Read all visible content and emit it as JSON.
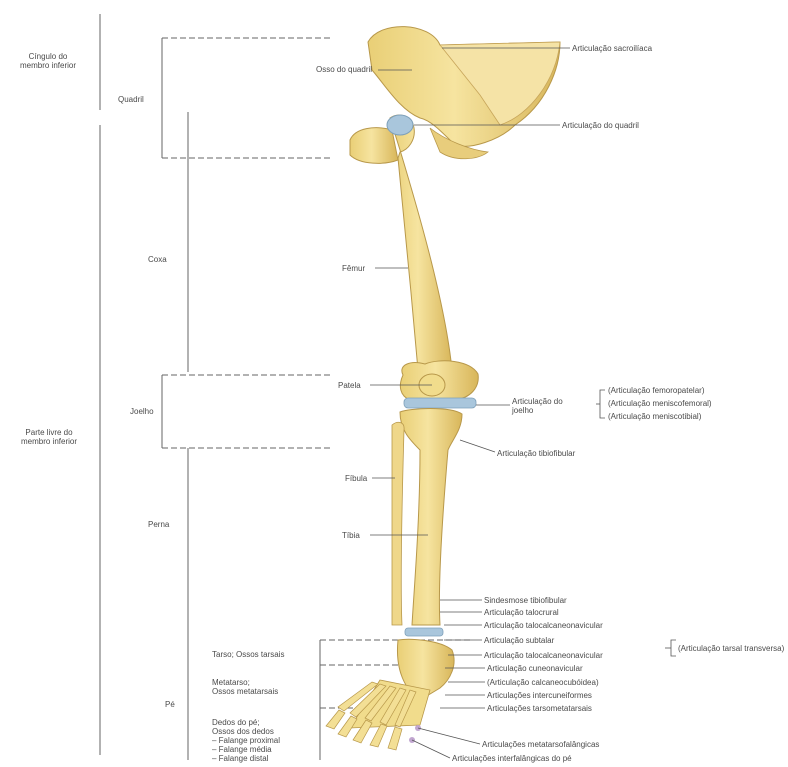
{
  "regions": {
    "cingulo": "Cíngulo do\nmembro inferior",
    "livre": "Parte livre do\nmembro inferior",
    "quadril": "Quadril",
    "coxa": "Coxa",
    "joelho": "Joelho",
    "perna": "Perna",
    "pe": "Pé",
    "tarso": "Tarso; Ossos tarsais",
    "metatarso": "Metatarso;\nOssos metatarsais",
    "dedos": "Dedos do pé;\nOssos dos dedos\n– Falange proximal\n– Falange média\n– Falange distal"
  },
  "bones": {
    "osso_quadril": "Osso do quadril",
    "femur": "Fêmur",
    "patela": "Patela",
    "fibula": "Fíbula",
    "tibia": "Tíbia"
  },
  "joints": {
    "sacroiliaca": "Articulação sacroilíaca",
    "quadril": "Articulação do quadril",
    "joelho": "Articulação do\njoelho",
    "femoropatelar": "(Articulação femoropatelar)",
    "femorotibial": "(Articulação meniscofemoral)",
    "meniscotibial": "(Articulação meniscotibial)",
    "tibiofibular": "Articulação tibiofibular",
    "sindesmose": "Sindesmose tibiofibular",
    "talocrural": "Articulação talocrural",
    "talocalcaneonavicular_top": "Articulação talocalcaneonavicular",
    "subtalar": "Articulação subtalar",
    "talocalcaneonavicular": "Articulação talocalcaneonavicular",
    "tarsal_transversa": "(Articulação tarsal transversa)",
    "cuneonavicular": "Articulação cuneonavicular",
    "calcaneocuboidea": "(Articulação calcaneocubóidea)",
    "intercuneiformes": "Articulações intercuneiformes",
    "tarsometatarsais": "Articulações tarsometatarsais",
    "metatarsofalangicas": "Articulações metatarsofalângicas",
    "interfalangicas": "Articulações interfalângicas do pé"
  },
  "colors": {
    "bone": "#f1dc8c",
    "bone_shade": "#d9b95a",
    "cartilage": "#a9c6dc",
    "line": "#555555"
  }
}
